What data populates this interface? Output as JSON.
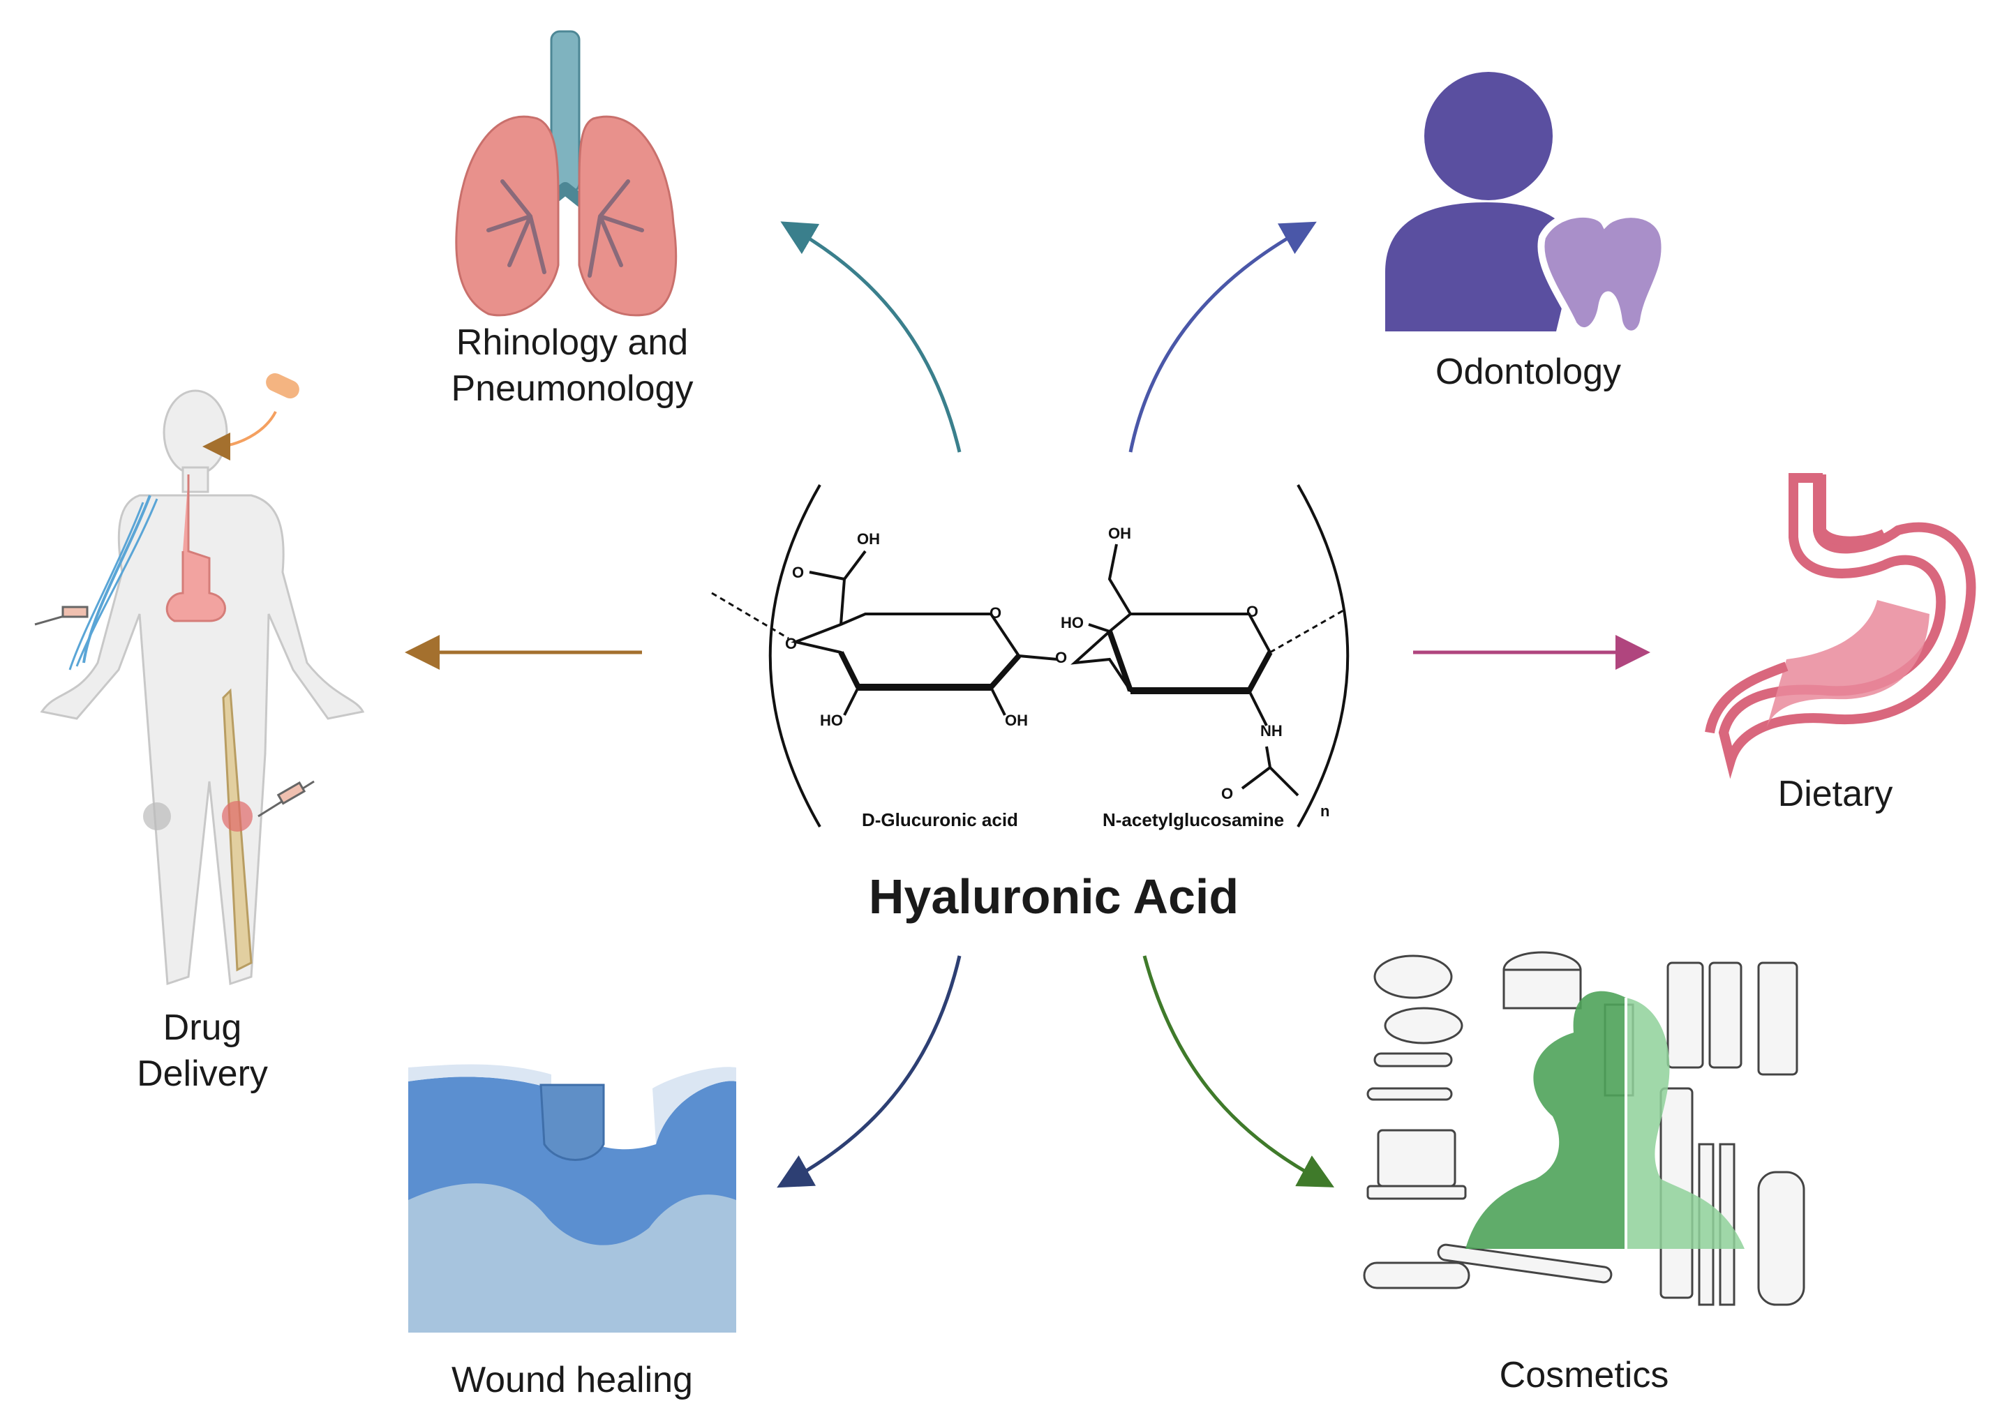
{
  "center": {
    "title": "Hyaluronic Acid",
    "unit_left_label": "D-Glucuronic acid",
    "unit_right_label": "N-acetylglucosamine",
    "repeat_subscript": "n",
    "groups": {
      "oh": "OH",
      "ho": "HO",
      "o": "O",
      "nh": "NH"
    }
  },
  "applications": {
    "rhinology": "Rhinology and\nPneumonology",
    "odontology": "Odontology",
    "drug_delivery": "Drug\nDelivery",
    "dietary": "Dietary",
    "wound_healing": "Wound healing",
    "cosmetics": "Cosmetics"
  },
  "colors": {
    "rhinology_arrow": "#3a7f8c",
    "odontology_arrow": "#4a57a8",
    "drug_arrow": "#a4702e",
    "dietary_arrow": "#b0457e",
    "wound_arrow": "#2d3f73",
    "cosmetics_arrow": "#3f7a2a",
    "lung": "#e8918c",
    "trachea": "#7fb3bf",
    "person_tooth": "#5a4fa0",
    "tooth": "#a98fc9",
    "stomach": "#d9677d",
    "skin_top": "#5b8fd0",
    "skin_bottom": "#a7c4de",
    "cosmetic_green": "#4fa35a"
  }
}
